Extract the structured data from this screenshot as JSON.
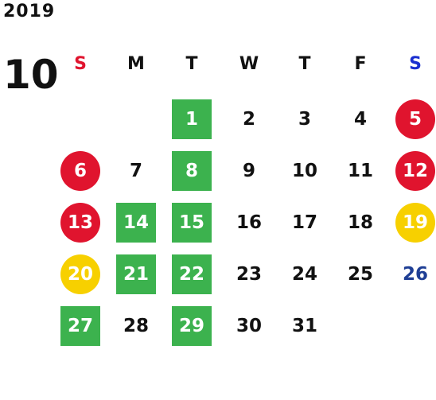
{
  "calendar": {
    "year": "2019",
    "month": "10",
    "weekdays": [
      {
        "label": "S",
        "color": "#e0142e"
      },
      {
        "label": "M",
        "color": "#111111"
      },
      {
        "label": "T",
        "color": "#111111"
      },
      {
        "label": "W",
        "color": "#111111"
      },
      {
        "label": "T",
        "color": "#111111"
      },
      {
        "label": "F",
        "color": "#111111"
      },
      {
        "label": "S",
        "color": "#1a2fd0"
      }
    ],
    "days": [
      {
        "day": "1",
        "style": "school"
      },
      {
        "day": "2",
        "style": "plain"
      },
      {
        "day": "3",
        "style": "plain"
      },
      {
        "day": "4",
        "style": "plain"
      },
      {
        "day": "5",
        "style": "holiday"
      },
      {
        "day": "6",
        "style": "holiday"
      },
      {
        "day": "7",
        "style": "plain"
      },
      {
        "day": "8",
        "style": "school"
      },
      {
        "day": "9",
        "style": "plain"
      },
      {
        "day": "10",
        "style": "plain"
      },
      {
        "day": "11",
        "style": "plain"
      },
      {
        "day": "12",
        "style": "holiday"
      },
      {
        "day": "13",
        "style": "holiday"
      },
      {
        "day": "14",
        "style": "school"
      },
      {
        "day": "15",
        "style": "school"
      },
      {
        "day": "16",
        "style": "plain"
      },
      {
        "day": "17",
        "style": "plain"
      },
      {
        "day": "18",
        "style": "plain"
      },
      {
        "day": "19",
        "style": "event"
      },
      {
        "day": "20",
        "style": "event"
      },
      {
        "day": "21",
        "style": "school"
      },
      {
        "day": "22",
        "style": "school"
      },
      {
        "day": "23",
        "style": "plain"
      },
      {
        "day": "24",
        "style": "plain"
      },
      {
        "day": "25",
        "style": "plain"
      },
      {
        "day": "26",
        "style": "blue-text"
      },
      {
        "day": "27",
        "style": "school"
      },
      {
        "day": "28",
        "style": "plain"
      },
      {
        "day": "29",
        "style": "school"
      },
      {
        "day": "30",
        "style": "plain"
      },
      {
        "day": "31",
        "style": "plain"
      }
    ],
    "first_weekday_index": 2,
    "colors": {
      "school": "#3cb24e",
      "holiday": "#e0142e",
      "event": "#f7d000",
      "sunday_label": "#e0142e",
      "saturday_label": "#1a2fd0",
      "blue_day_text": "#1f3f95"
    }
  }
}
